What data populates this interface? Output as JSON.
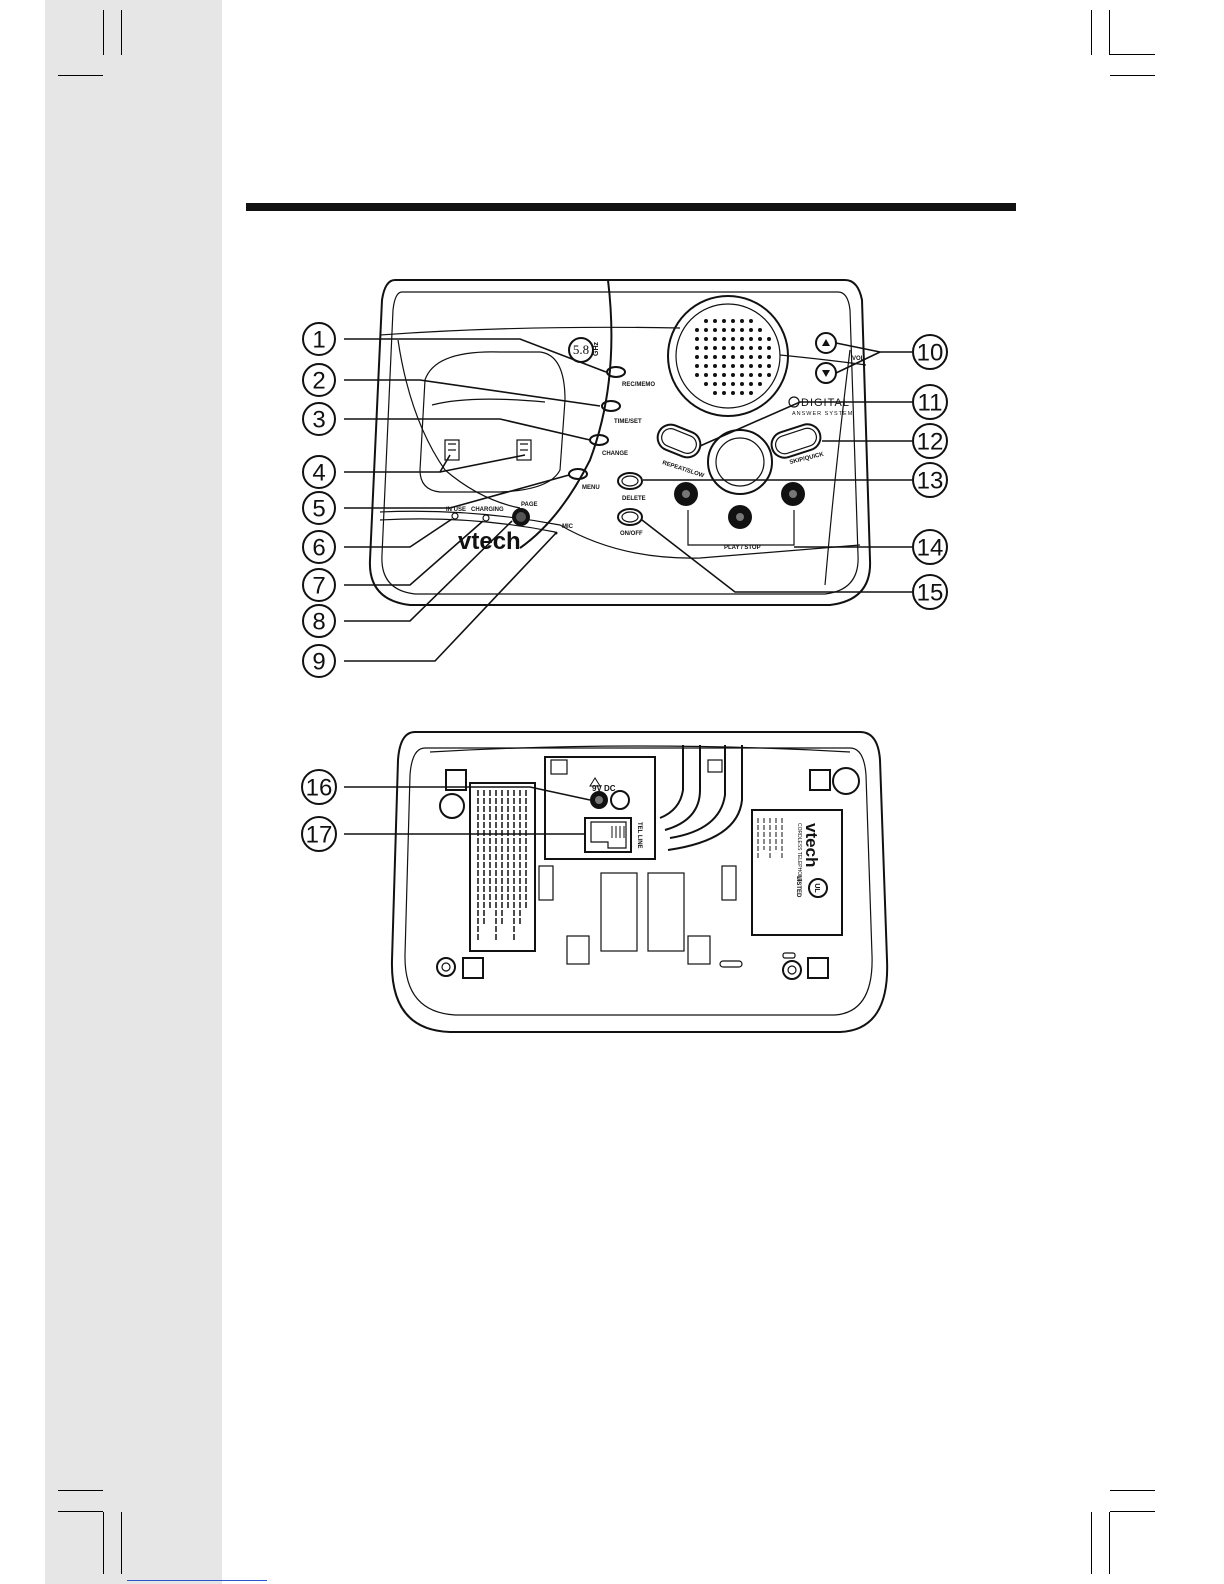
{
  "diagram": {
    "callouts": [
      "1",
      "2",
      "3",
      "4",
      "5",
      "6",
      "7",
      "8",
      "9",
      "10",
      "11",
      "12",
      "13",
      "14",
      "15",
      "16",
      "17"
    ],
    "device_labels": {
      "freq": "5.8",
      "freq_unit": "GHz",
      "rec_memo": "REC/MEMO",
      "time_set": "TIME/SET",
      "change": "CHANGE",
      "menu": "MENU",
      "in_use": "IN USE",
      "charging": "CHARGING",
      "page": "PAGE",
      "mic": "MIC",
      "brand": "vtech",
      "vol": "VOL",
      "digital": "DIGITAL",
      "answer_system": "ANSWER SYSTEM",
      "repeat_slow": "REPEAT/SLOW",
      "skip_quick": "SKIP/QUICK",
      "delete": "DELETE",
      "on_off": "ON/OFF",
      "play_stop": "PLAY / STOP",
      "dc_in": "9V DC",
      "tel_line": "TEL LINE",
      "rear_brand": "vtech",
      "rear_product": "CORDLESS TELEPHONE",
      "listed": "LISTED"
    }
  },
  "colors": {
    "ink": "#111111",
    "side_strip": "#e6e6e6",
    "link": "#2a57c9"
  }
}
